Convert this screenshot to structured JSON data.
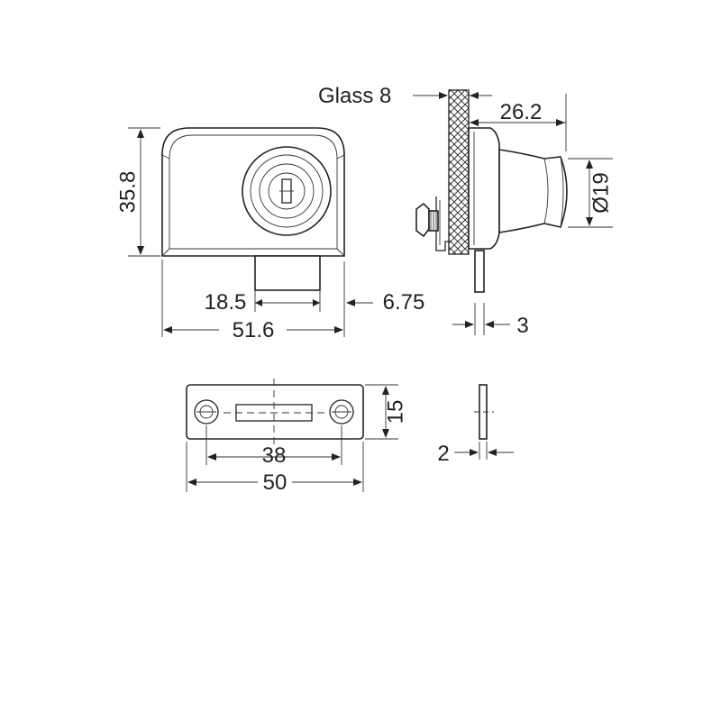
{
  "labels": {
    "glass": "Glass 8",
    "depth": "26.2",
    "knob_diameter": "Ø19",
    "height": "35.8",
    "cylinder_width": "18.5",
    "offset": "6.75",
    "body_width": "51.6",
    "plate_thickness_side": "3",
    "strike_height": "15",
    "hole_spacing": "38",
    "strike_width": "50",
    "strike_thickness": "2"
  },
  "colors": {
    "line": "#222222",
    "background": "#ffffff"
  }
}
